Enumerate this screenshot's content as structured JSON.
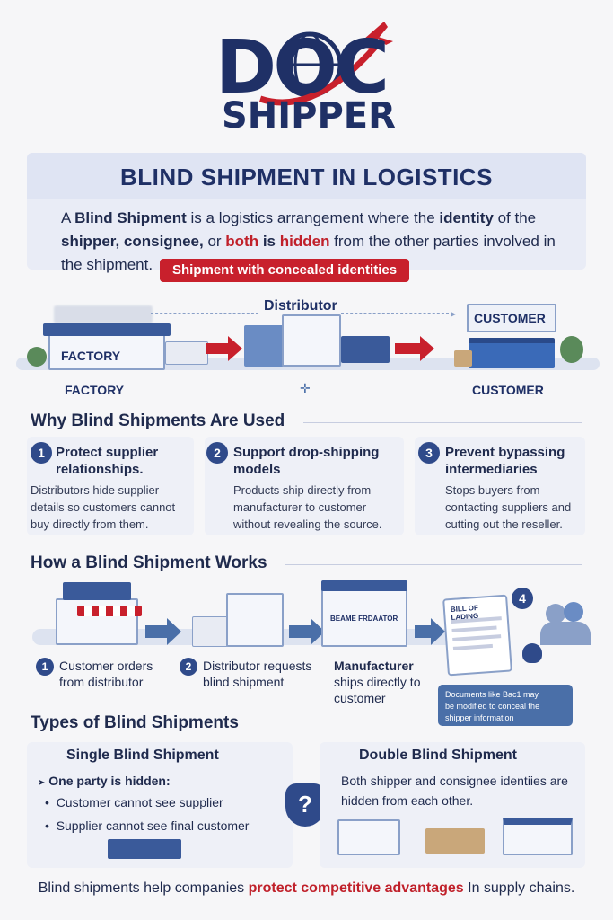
{
  "brand": {
    "logo_top": "DOC",
    "logo_bottom": "SHIPPER",
    "colors": {
      "navy": "#1f3066",
      "red": "#c8202c",
      "panel": "#e9ecf6"
    }
  },
  "intro": {
    "title": "BLIND SHIPMENT IN LOGISTICS",
    "text_parts": [
      "A ",
      "Blind Shipment",
      " is a logistics arrangement where the ",
      "identity",
      " of the ",
      "shipper, consignee,",
      " or ",
      "both",
      " is ",
      "hidden",
      " from the other parties involved in the shipment."
    ],
    "tag": "Shipment with concealed identities"
  },
  "flow": {
    "distributor_label": "Distributor",
    "factory_sign": "FACTORY",
    "factory_label": "FACTORY",
    "customer_sign": "CUSTOMER",
    "customer_label": "CUSTOMER"
  },
  "why": {
    "heading": "Why Blind Shipments Are Used",
    "cards": [
      {
        "num": "1",
        "title": "Protect supplier relationships.",
        "body": "Distributors hide supplier details so customers cannot buy directly from them."
      },
      {
        "num": "2",
        "title": "Support drop-shipping models",
        "body": "Products ship directly from manufacturer to customer without revealing the source."
      },
      {
        "num": "3",
        "title": "Prevent bypassing intermediaries",
        "body": "Stops buyers from contacting suppliers and cutting out the reseller."
      }
    ]
  },
  "how": {
    "heading": "How a Blind Shipment Works",
    "steps": [
      {
        "num": "1",
        "text": "Customer orders from distributor"
      },
      {
        "num": "2",
        "text": "Distributor requests blind shipment"
      },
      {
        "num": "",
        "bold": "Manufacturer",
        "text": "ships directly to customer"
      }
    ],
    "doc_title": "BILL OF LADING",
    "doc_num": "4",
    "warehouse_sign": "BEAME FRDAATOR",
    "note": "Documents like Bac1 may be modified to conceal the shipper information"
  },
  "types": {
    "heading": "Types of Blind Shipments",
    "single": {
      "title": "Single Blind Shipment",
      "lead": "One party is hidden:",
      "bullets": [
        "Customer cannot see supplier",
        "Supplier cannot see final customer"
      ]
    },
    "double": {
      "title": "Double Blind Shipment",
      "text": "Both shipper and consignee identiies are hidden from each other."
    }
  },
  "footer": {
    "before": "Blind shipments help companies ",
    "highlight": "protect competitive advantages",
    "after": " In supply chains."
  }
}
